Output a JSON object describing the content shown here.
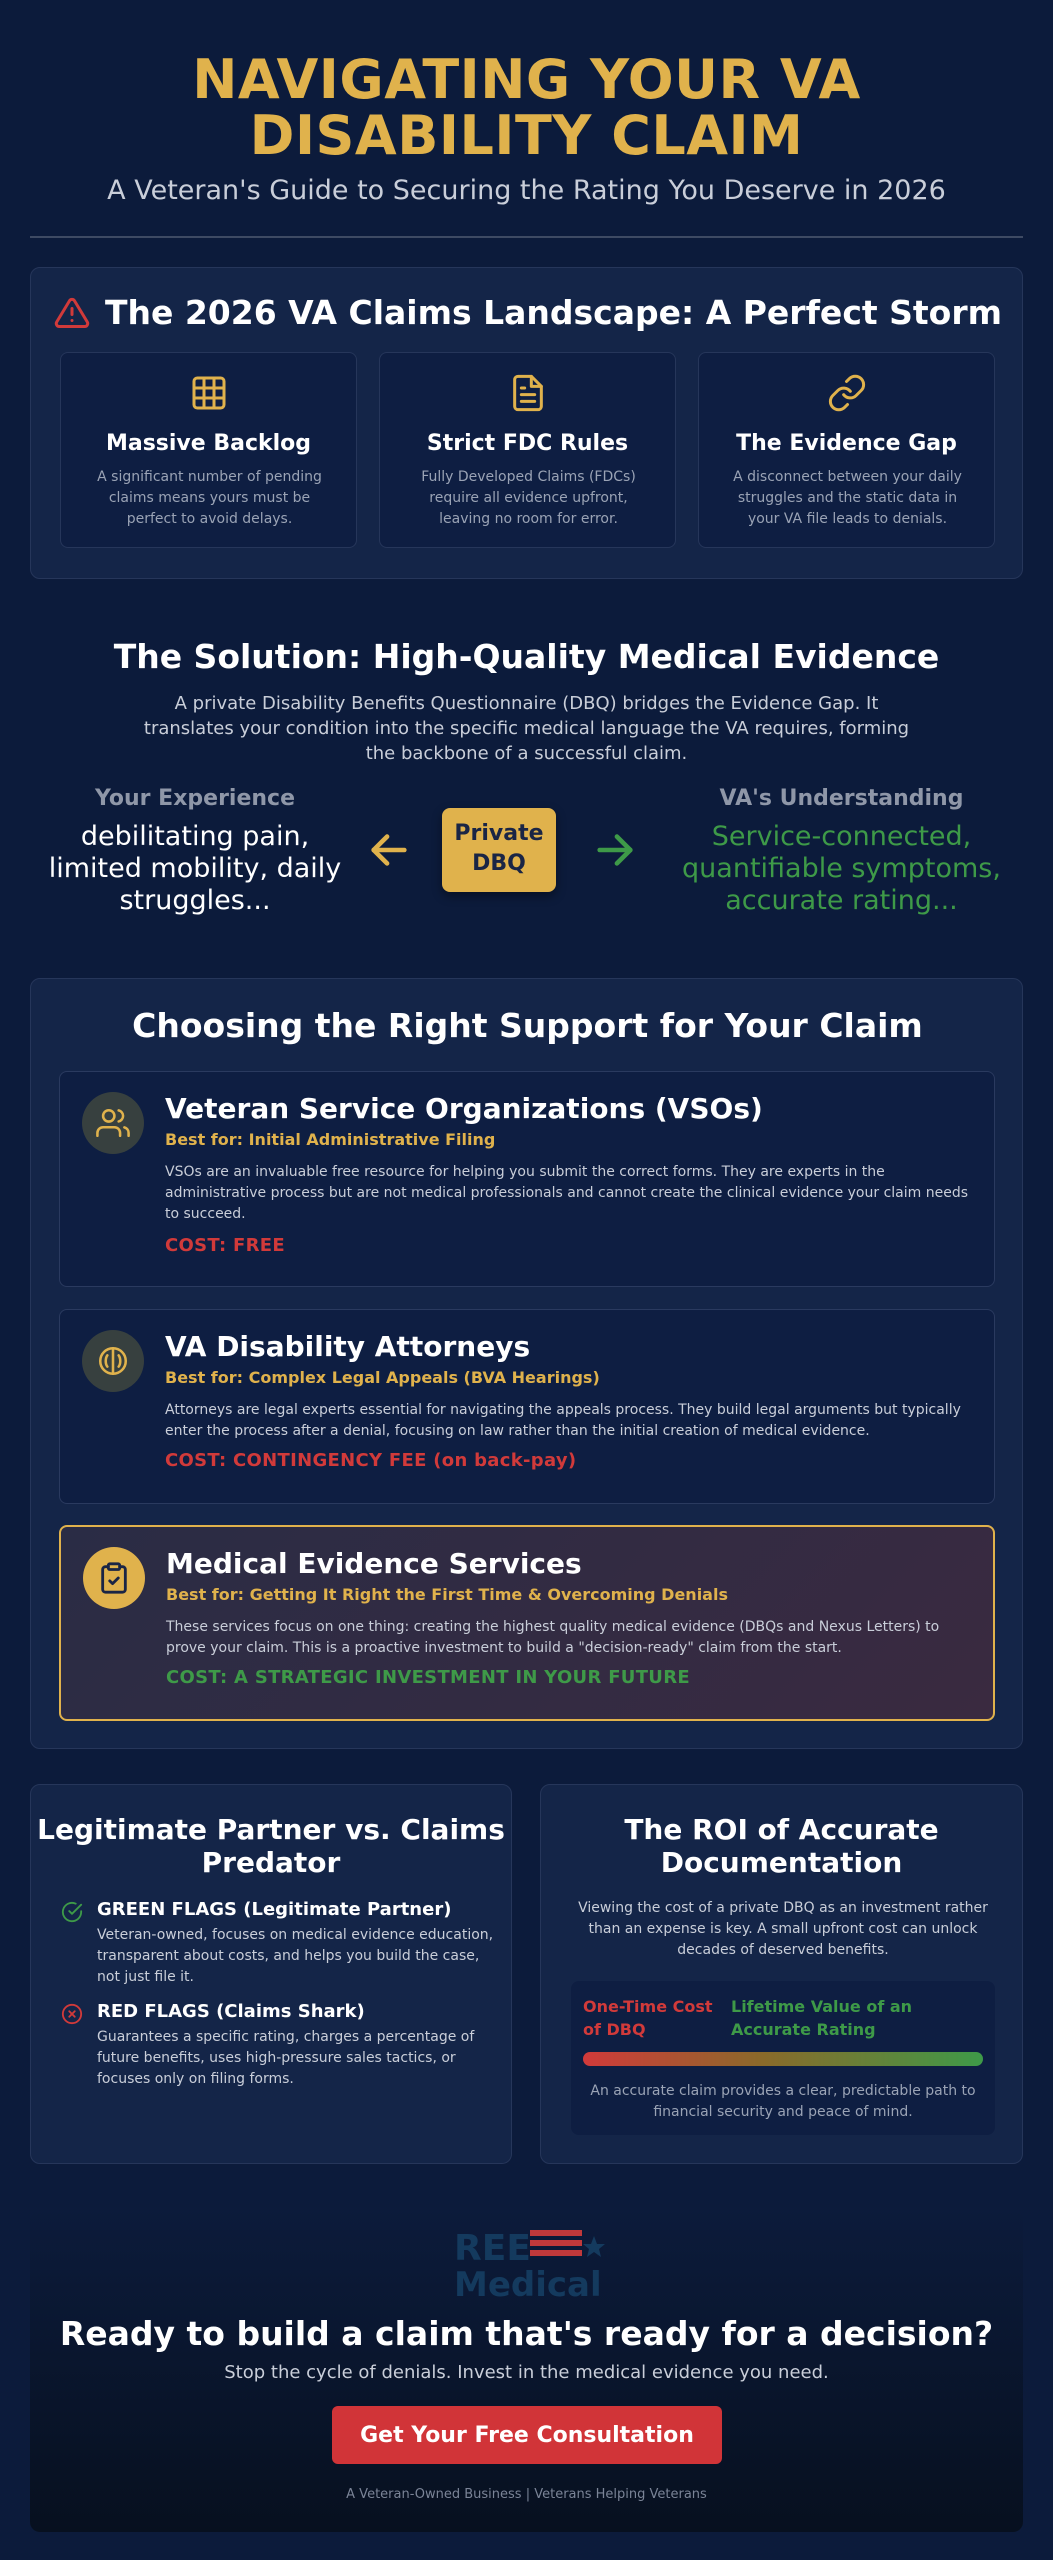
{
  "header": {
    "title_line1": "NAVIGATING YOUR VA",
    "title_line2": "DISABILITY CLAIM",
    "subtitle": "A Veteran's Guide to Securing the Rating You Deserve in 2026"
  },
  "landscape": {
    "title": "The 2026 VA Claims Landscape: A Perfect Storm",
    "icon": "warning-triangle-icon",
    "columns": [
      {
        "icon": "grid-icon",
        "title": "Massive Backlog",
        "text": "A significant number of pending claims means yours must be perfect to avoid delays."
      },
      {
        "icon": "document-icon",
        "title": "Strict FDC Rules",
        "text": "Fully Developed Claims (FDCs) require all evidence upfront, leaving no room for error."
      },
      {
        "icon": "link-icon",
        "title": "The Evidence Gap",
        "text": "A disconnect between your daily struggles and the static data in your VA file leads to denials."
      }
    ]
  },
  "solution": {
    "title": "The Solution: High-Quality Medical Evidence",
    "description": "A private Disability Benefits Questionnaire (DBQ) bridges the Evidence Gap. It translates your condition into the specific medical language the VA requires, forming the backbone of a successful claim.",
    "experience_label": "Your Experience",
    "experience_text": "debilitating pain, limited mobility, daily struggles...",
    "bridge_line1": "Private",
    "bridge_line2": "DBQ",
    "va_label": "VA's Understanding",
    "va_text": "Service-connected, quantifiable symptoms, accurate rating..."
  },
  "support": {
    "title": "Choosing the Right Support for Your Claim",
    "options": [
      {
        "icon": "people-icon",
        "title": "Veteran Service Organizations (VSOs)",
        "best": "Best for: Initial Administrative Filing",
        "desc": "VSOs are an invaluable free resource for helping you submit the correct forms. They are experts in the administrative process but are not medical professionals and cannot create the clinical evidence your claim needs to succeed.",
        "cost": "COST: FREE"
      },
      {
        "icon": "legal-icon",
        "title": "VA Disability Attorneys",
        "best": "Best for: Complex Legal Appeals (BVA Hearings)",
        "desc": "Attorneys are legal experts essential for navigating the appeals process. They build legal arguments but typically enter the process after a denial, focusing on law rather than the initial creation of medical evidence.",
        "cost": "COST: CONTINGENCY FEE (on back-pay)"
      },
      {
        "icon": "clipboard-check-icon",
        "title": "Medical Evidence Services",
        "best": "Best for: Getting It Right the First Time & Overcoming Denials",
        "desc": "These services focus on one thing: creating the highest quality medical evidence (DBQs and Nexus Letters) to prove your claim. This is a proactive investment to build a \"decision-ready\" claim from the start.",
        "cost": "COST: A STRATEGIC INVESTMENT IN YOUR FUTURE"
      }
    ]
  },
  "flags": {
    "title": "Legitimate Partner vs. Claims Predator",
    "green_title": "GREEN FLAGS (Legitimate Partner)",
    "green_text": "Veteran-owned, focuses on medical evidence education, transparent about costs, and helps you build the case, not just file it.",
    "red_title": "RED FLAGS (Claims Shark)",
    "red_text": "Guarantees a specific rating, charges a percentage of future benefits, uses high-pressure sales tactics, or focuses only on filing forms."
  },
  "roi": {
    "title": "The ROI of Accurate Documentation",
    "description": "Viewing the cost of a private DBQ as an investment rather than an expense is key. A small upfront cost can unlock decades of deserved benefits.",
    "left_label": "One-Time Cost of DBQ",
    "right_label": "Lifetime Value of an Accurate Rating",
    "note": "An accurate claim provides a clear, predictable path to financial security and peace of mind."
  },
  "cta": {
    "logo_text_top": "REE",
    "logo_text_bottom": "Medical",
    "title": "Ready to build a claim that's ready for a decision?",
    "subtitle": "Stop the cycle of denials. Invest in the medical evidence you need.",
    "button": "Get Your Free Consultation",
    "footer": "A Veteran-Owned Business | Veterans Helping Veterans"
  },
  "colors": {
    "background": "#0c1b3b",
    "gold": "#e0b24c",
    "red": "#d13a3a",
    "green": "#3e9a48"
  }
}
